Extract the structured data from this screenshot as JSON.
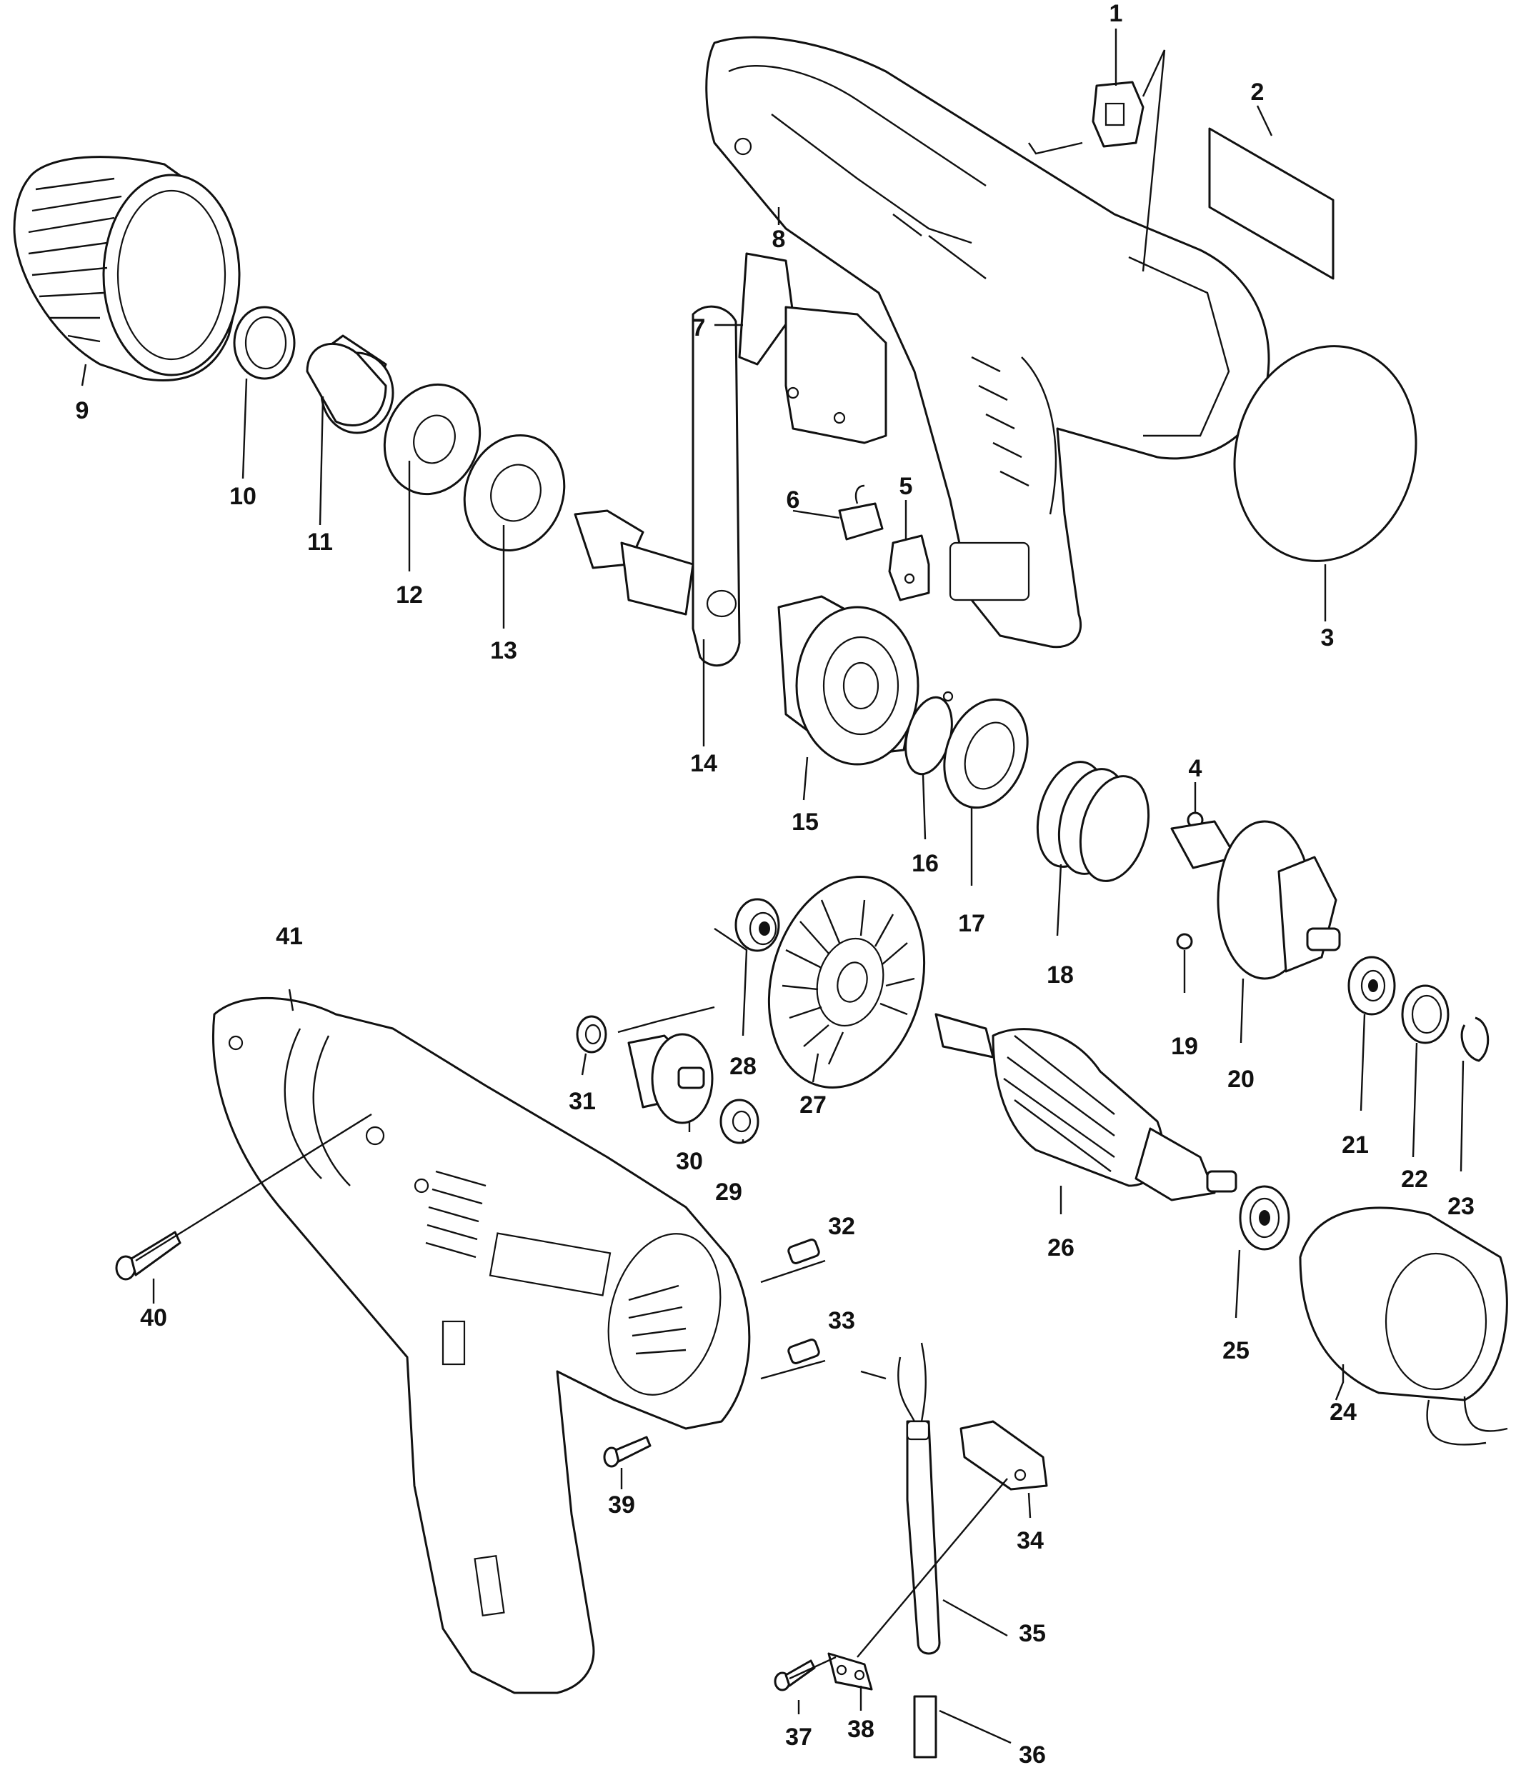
{
  "callouts": [
    {
      "n": "1"
    },
    {
      "n": "2"
    },
    {
      "n": "3"
    },
    {
      "n": "4"
    },
    {
      "n": "5"
    },
    {
      "n": "6"
    },
    {
      "n": "7"
    },
    {
      "n": "8"
    },
    {
      "n": "9"
    },
    {
      "n": "10"
    },
    {
      "n": "11"
    },
    {
      "n": "12"
    },
    {
      "n": "13"
    },
    {
      "n": "14"
    },
    {
      "n": "15"
    },
    {
      "n": "16"
    },
    {
      "n": "17"
    },
    {
      "n": "18"
    },
    {
      "n": "19"
    },
    {
      "n": "20"
    },
    {
      "n": "21"
    },
    {
      "n": "22"
    },
    {
      "n": "23"
    },
    {
      "n": "24"
    },
    {
      "n": "25"
    },
    {
      "n": "26"
    },
    {
      "n": "27"
    },
    {
      "n": "28"
    },
    {
      "n": "29"
    },
    {
      "n": "30"
    },
    {
      "n": "31"
    },
    {
      "n": "32"
    },
    {
      "n": "33"
    },
    {
      "n": "34"
    },
    {
      "n": "35"
    },
    {
      "n": "36"
    },
    {
      "n": "37"
    },
    {
      "n": "38"
    },
    {
      "n": "39"
    },
    {
      "n": "40"
    },
    {
      "n": "41"
    }
  ],
  "colors": {
    "ink": "#111111",
    "paper": "#ffffff"
  }
}
